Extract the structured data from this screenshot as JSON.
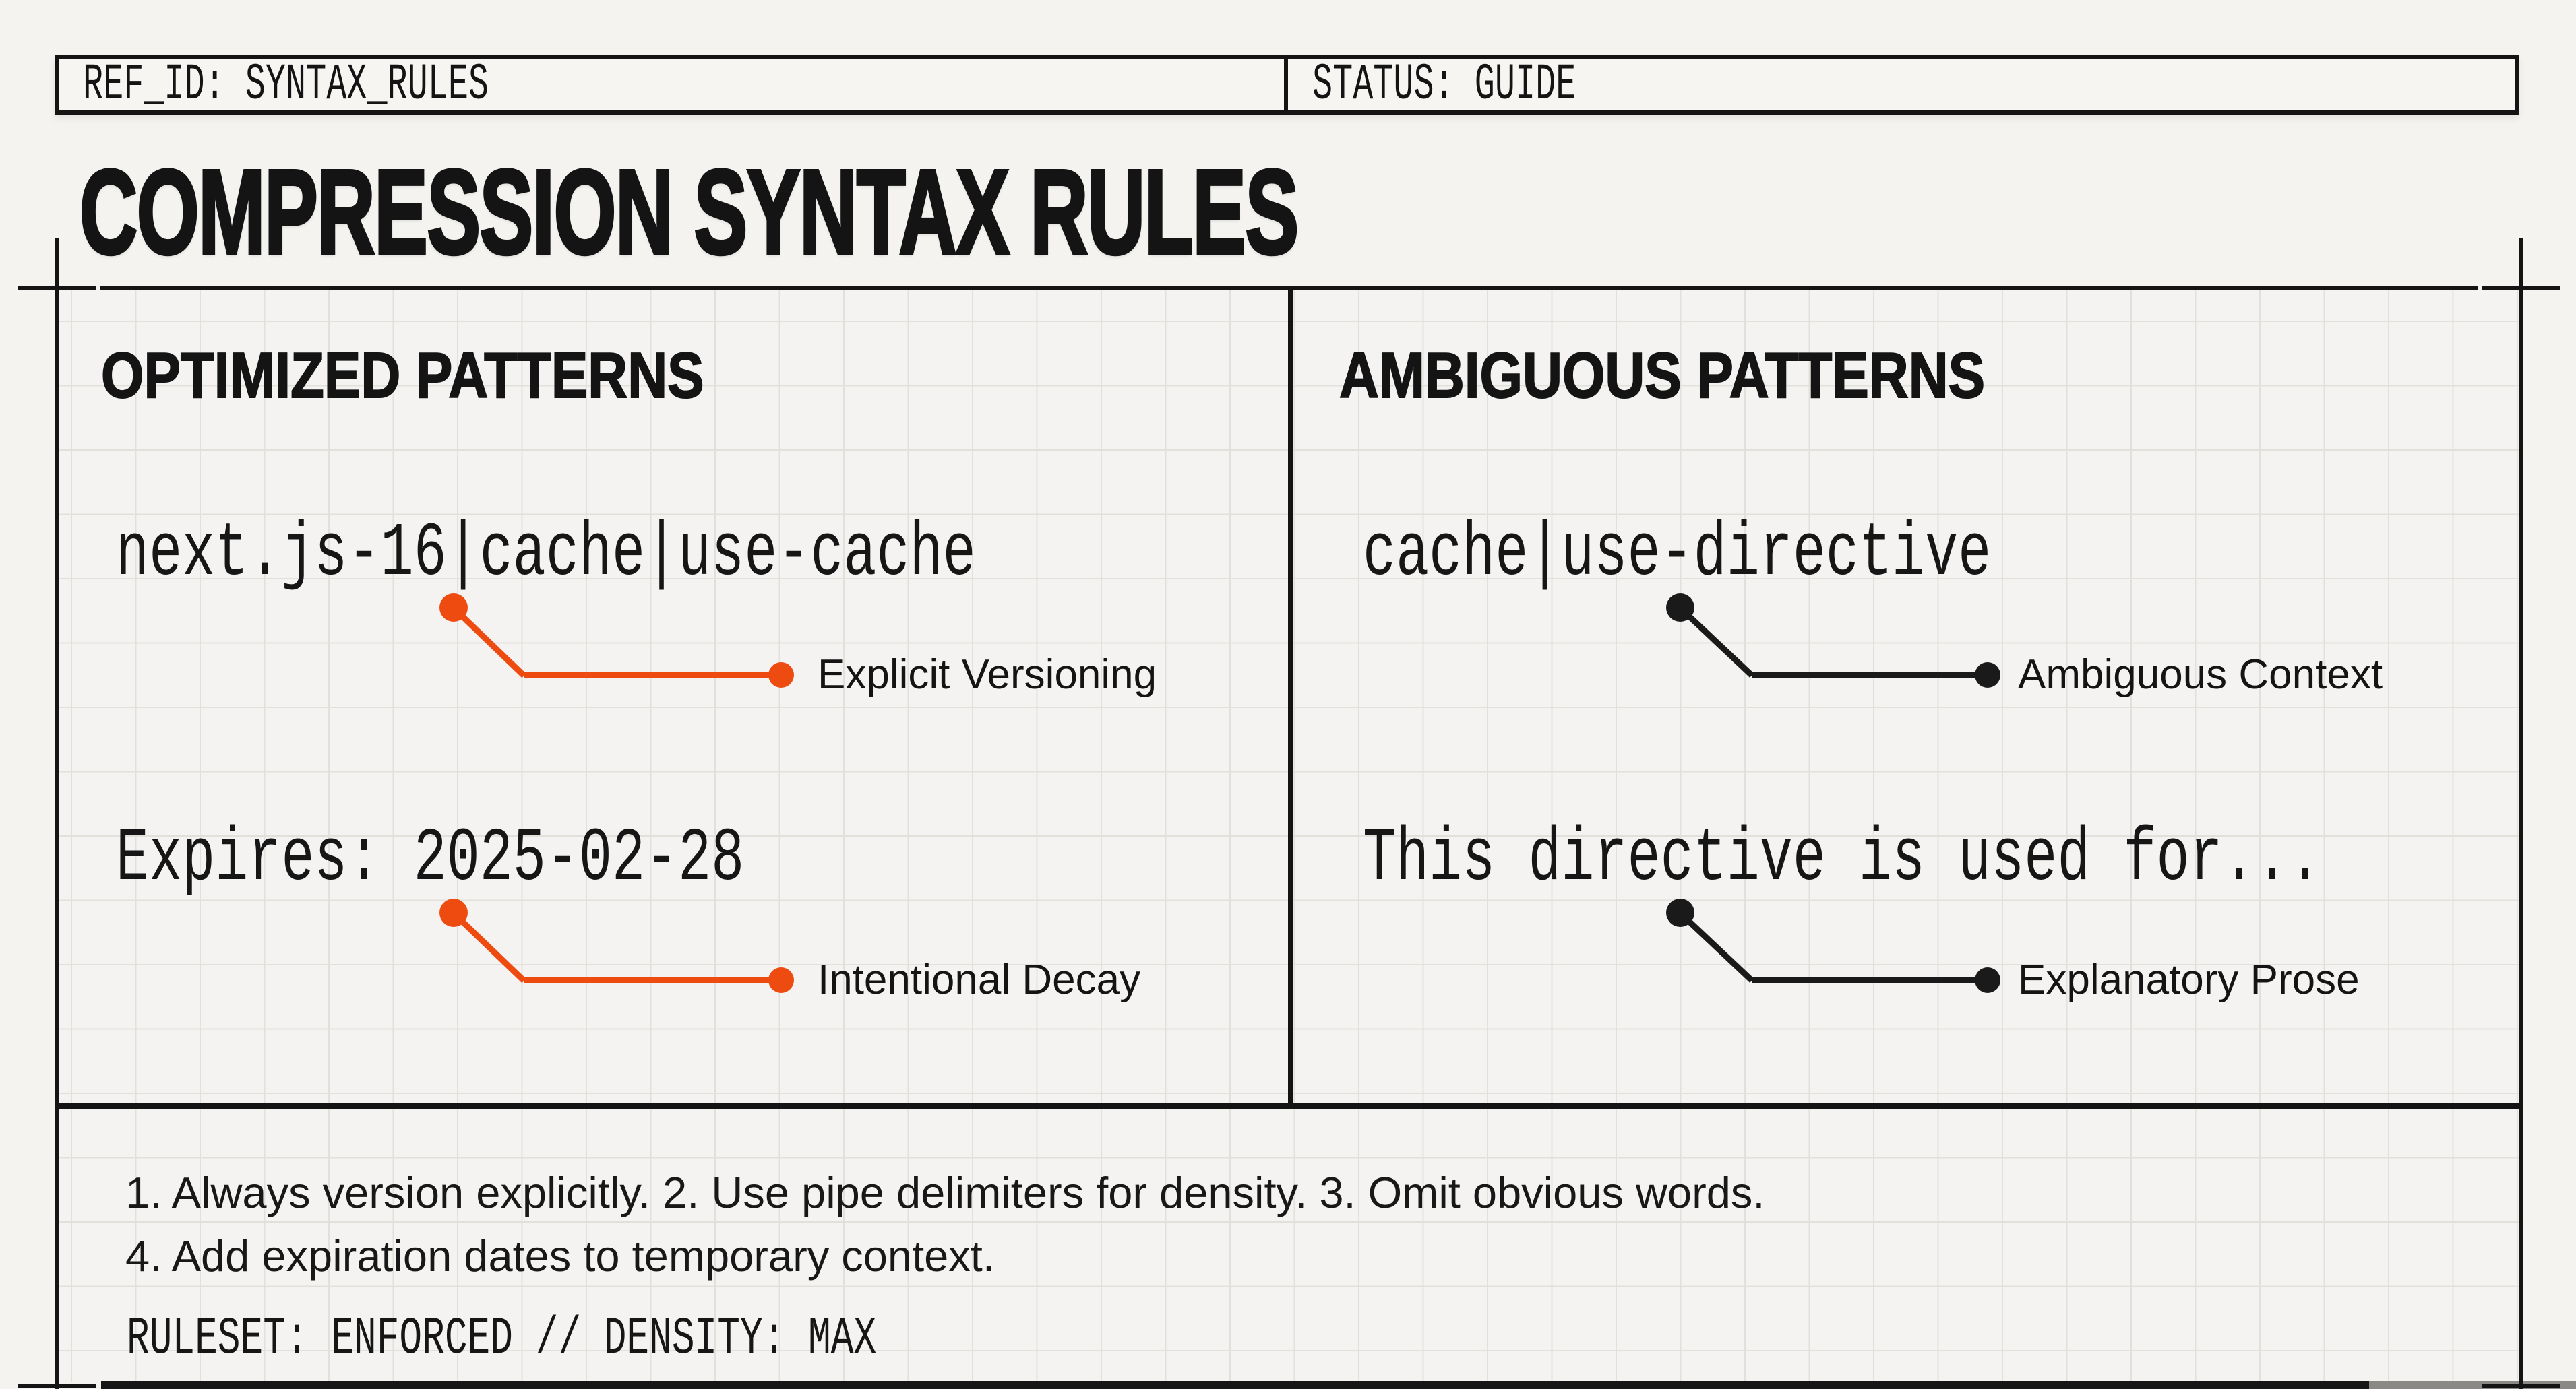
{
  "header": {
    "ref_id": "REF_ID: SYNTAX_RULES",
    "status": "STATUS: GUIDE"
  },
  "title": "COMPRESSION SYNTAX RULES",
  "panels": [
    {
      "id": "optimized",
      "heading": "OPTIMIZED PATTERNS",
      "accent_color": "#ee4b10",
      "items": [
        {
          "code": "next.js-16|cache|use-cache",
          "label": "Explicit Versioning"
        },
        {
          "code": "Expires: 2025-02-28",
          "label": "Intentional Decay"
        }
      ]
    },
    {
      "id": "ambiguous",
      "heading": "AMBIGUOUS PATTERNS",
      "accent_color": "#1a1a1a",
      "items": [
        {
          "code": "cache|use-directive",
          "label": "Ambiguous Context"
        },
        {
          "code": "This directive is used for...",
          "label": "Explanatory Prose"
        }
      ]
    }
  ],
  "rules": {
    "line1": "1. Always version explicitly. 2. Use pipe delimiters for density. 3. Omit obvious words.",
    "line2": "4. Add expiration dates to temporary context."
  },
  "footer": {
    "ruleset": "RULESET: ENFORCED // DENSITY: MAX"
  },
  "colors": {
    "paper": "#f4f3f0",
    "ink": "#141414",
    "grid_line": "#e2e0da",
    "accent_orange": "#ee4b10",
    "callout_black": "#1a1a1a",
    "cut_edge_gray": "#8b8986"
  }
}
